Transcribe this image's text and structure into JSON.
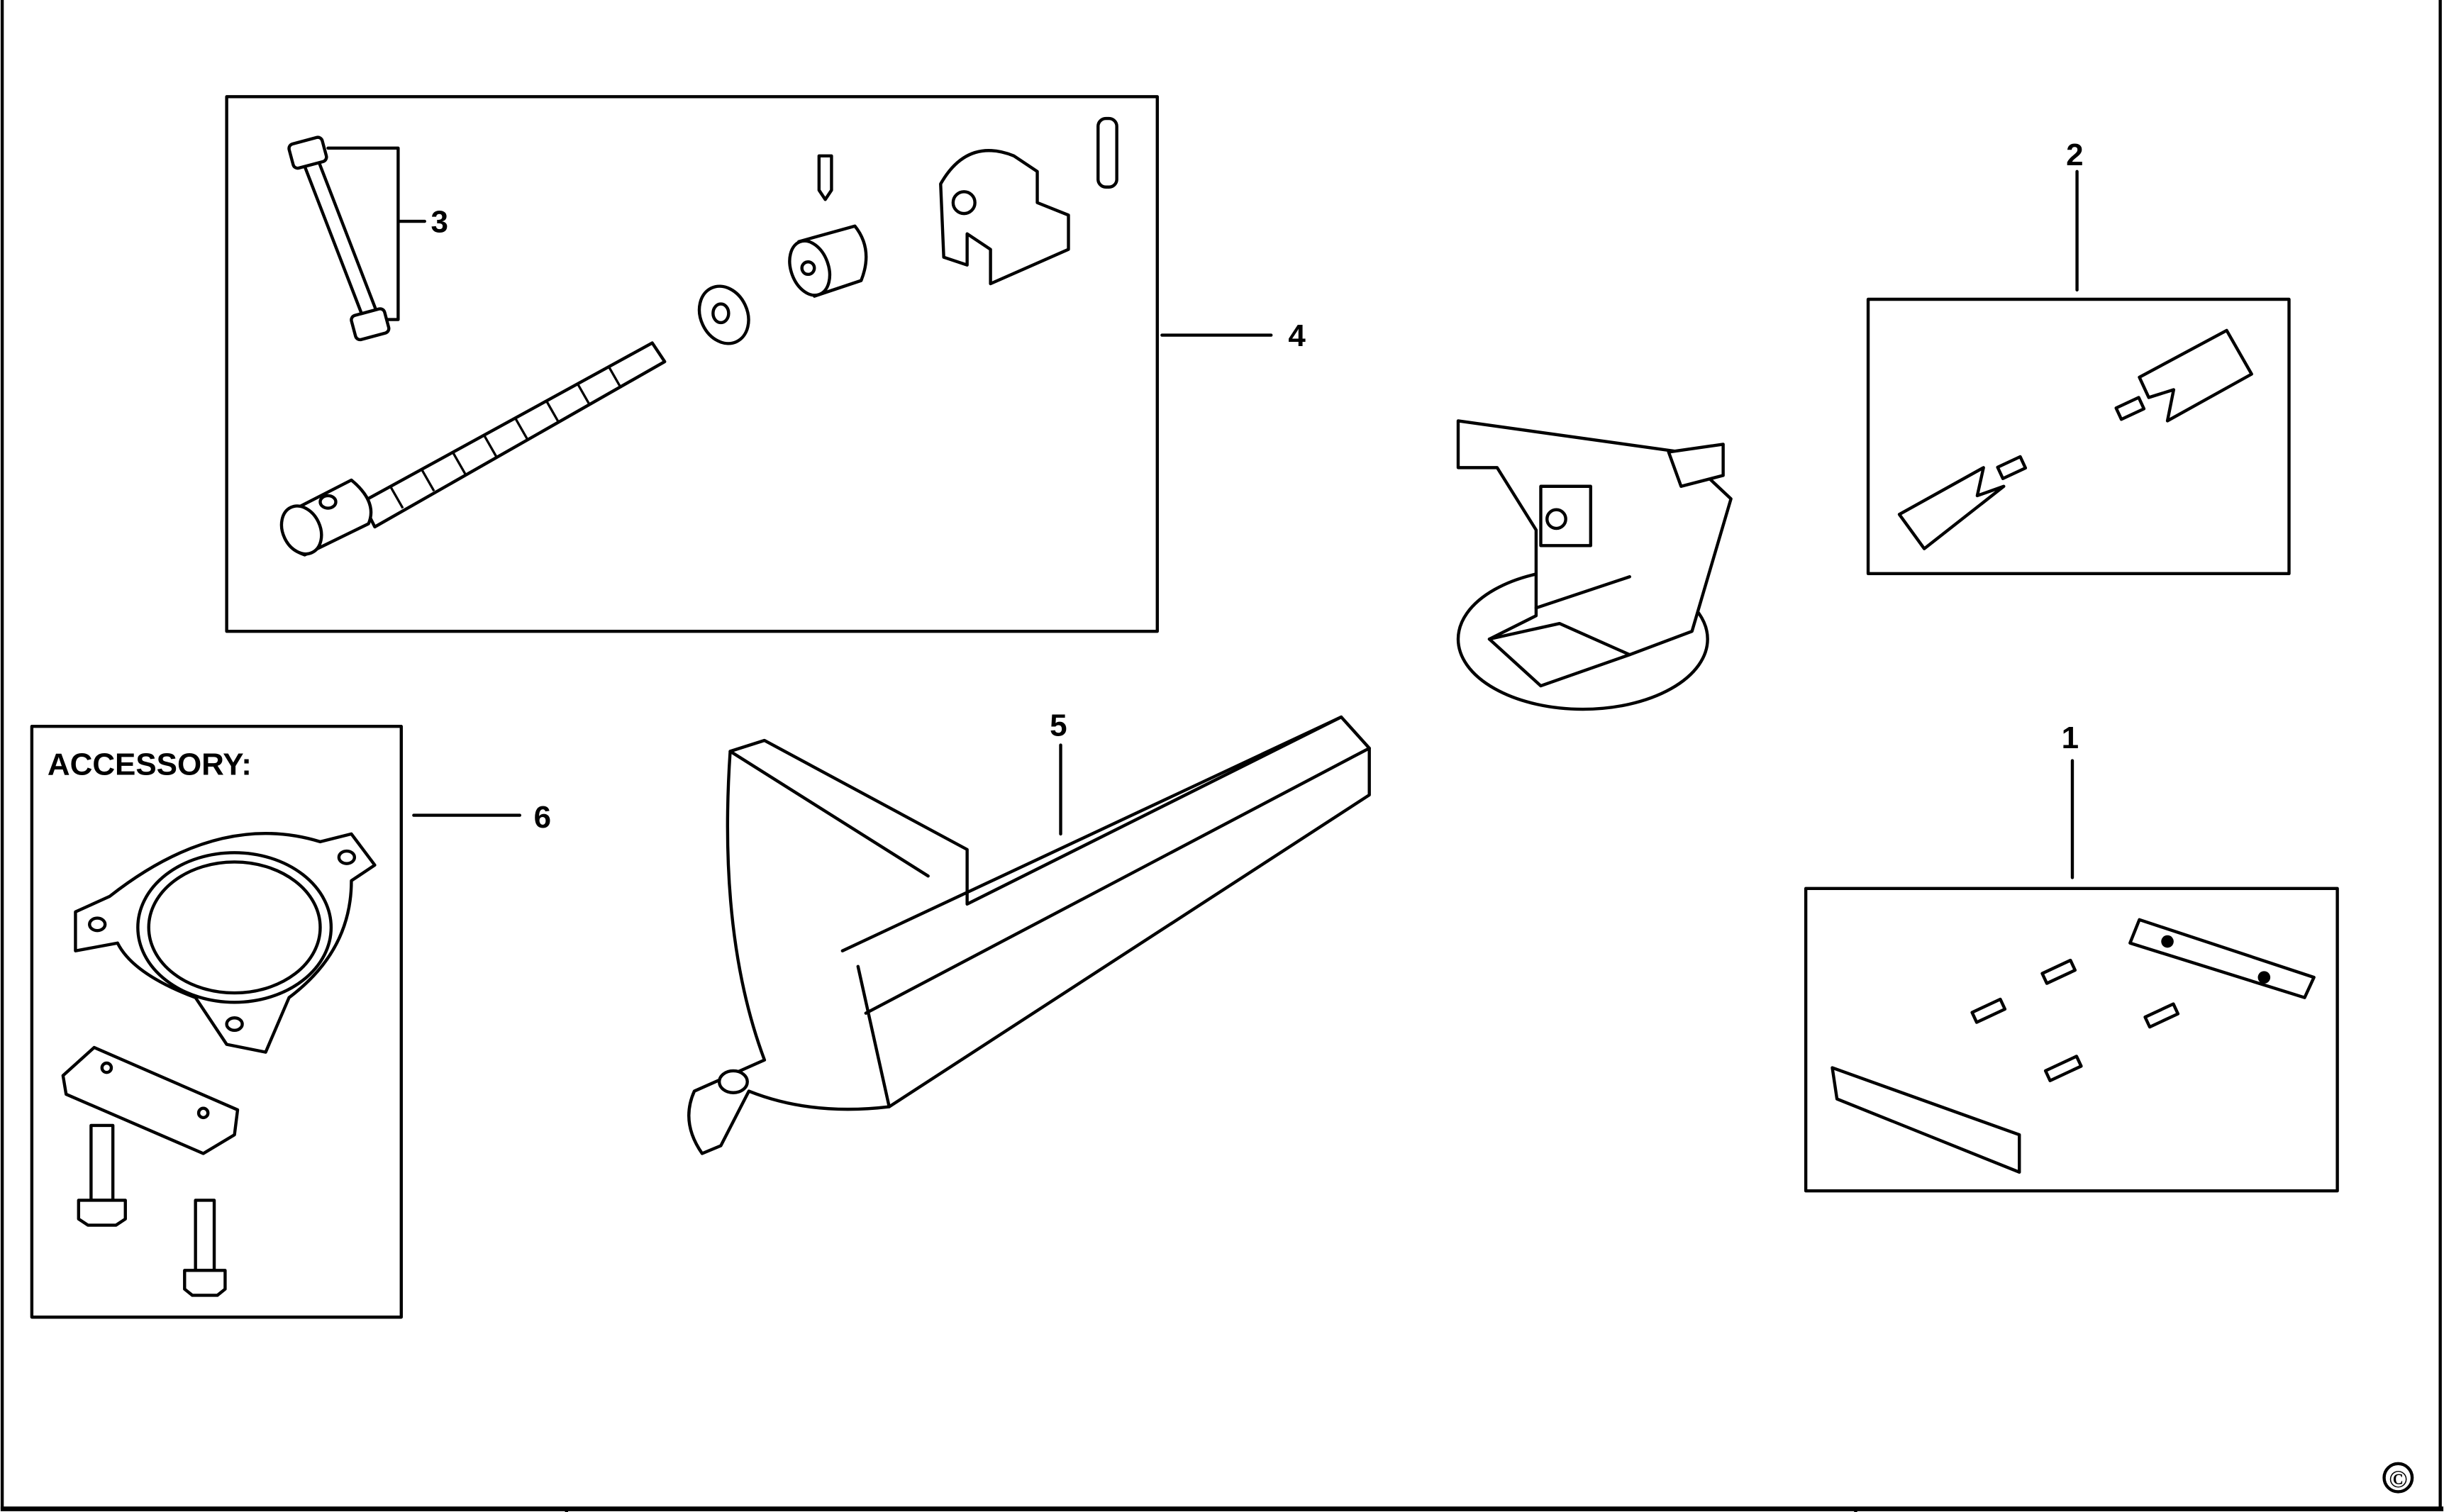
{
  "diagram": {
    "callouts": {
      "part1": "1",
      "part2": "2",
      "part3": "3",
      "part4": "4",
      "part5": "5",
      "part6": "6"
    },
    "accessory_heading": "ACCESSORY:",
    "copyright_symbol": "©"
  }
}
